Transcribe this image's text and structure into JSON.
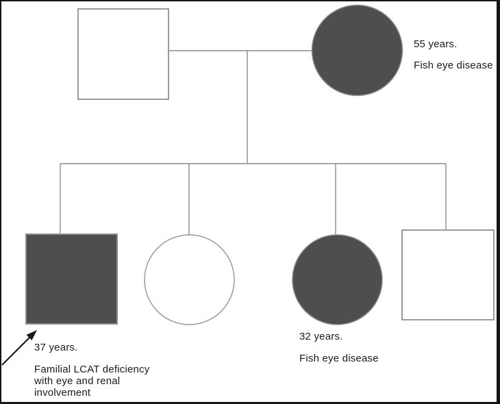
{
  "figure": {
    "type": "pedigree-chart",
    "generations": 2
  },
  "colors": {
    "background": "#ffffff",
    "affected_fill": "#4e4e4e",
    "affected_stroke": "#8c8c8c",
    "unaffected_fill": "#ffffff",
    "shape_outline": "#9a9a9a",
    "connector_line": "#8a8a8a",
    "arrow": "#1a1a1a",
    "text": "#1a1a1a",
    "frame_border": "#151515"
  },
  "individuals": {
    "father": {
      "generation": 1,
      "sex": "male",
      "affected": false,
      "age": "",
      "condition": ""
    },
    "mother": {
      "generation": 1,
      "sex": "female",
      "affected": true,
      "age": "55 years.",
      "condition": "Fish eye disease"
    },
    "proband": {
      "generation": 2,
      "sex": "male",
      "affected": true,
      "proband": true,
      "age": "37 years.",
      "condition": "Familial LCAT deficiency\nwith eye and renal\ninvolvement"
    },
    "sibling2": {
      "generation": 2,
      "sex": "female",
      "affected": false,
      "age": "",
      "condition": ""
    },
    "sibling3": {
      "generation": 2,
      "sex": "female",
      "affected": true,
      "age": "32 years.",
      "condition": "Fish eye disease"
    },
    "sibling4": {
      "generation": 2,
      "sex": "male",
      "affected": false,
      "age": "",
      "condition": ""
    }
  }
}
